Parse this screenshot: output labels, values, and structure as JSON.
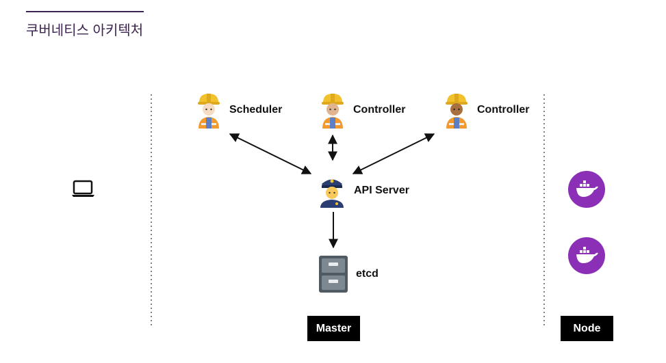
{
  "title": "쿠버네티스 아키텍처",
  "components": {
    "scheduler": "Scheduler",
    "controller1": "Controller",
    "controller2": "Controller",
    "api_server": "API Server",
    "etcd": "etcd"
  },
  "icons": {
    "worker": "construction-worker-icon",
    "police": "police-officer-icon",
    "cabinet": "file-cabinet-icon",
    "laptop": "laptop-icon",
    "docker": "docker-whale-icon"
  },
  "regions": {
    "master": "Master",
    "node": "Node"
  },
  "colors": {
    "title": "#3d2350",
    "docker_purple": "#8b2fb7",
    "tag_bg": "#000000"
  }
}
